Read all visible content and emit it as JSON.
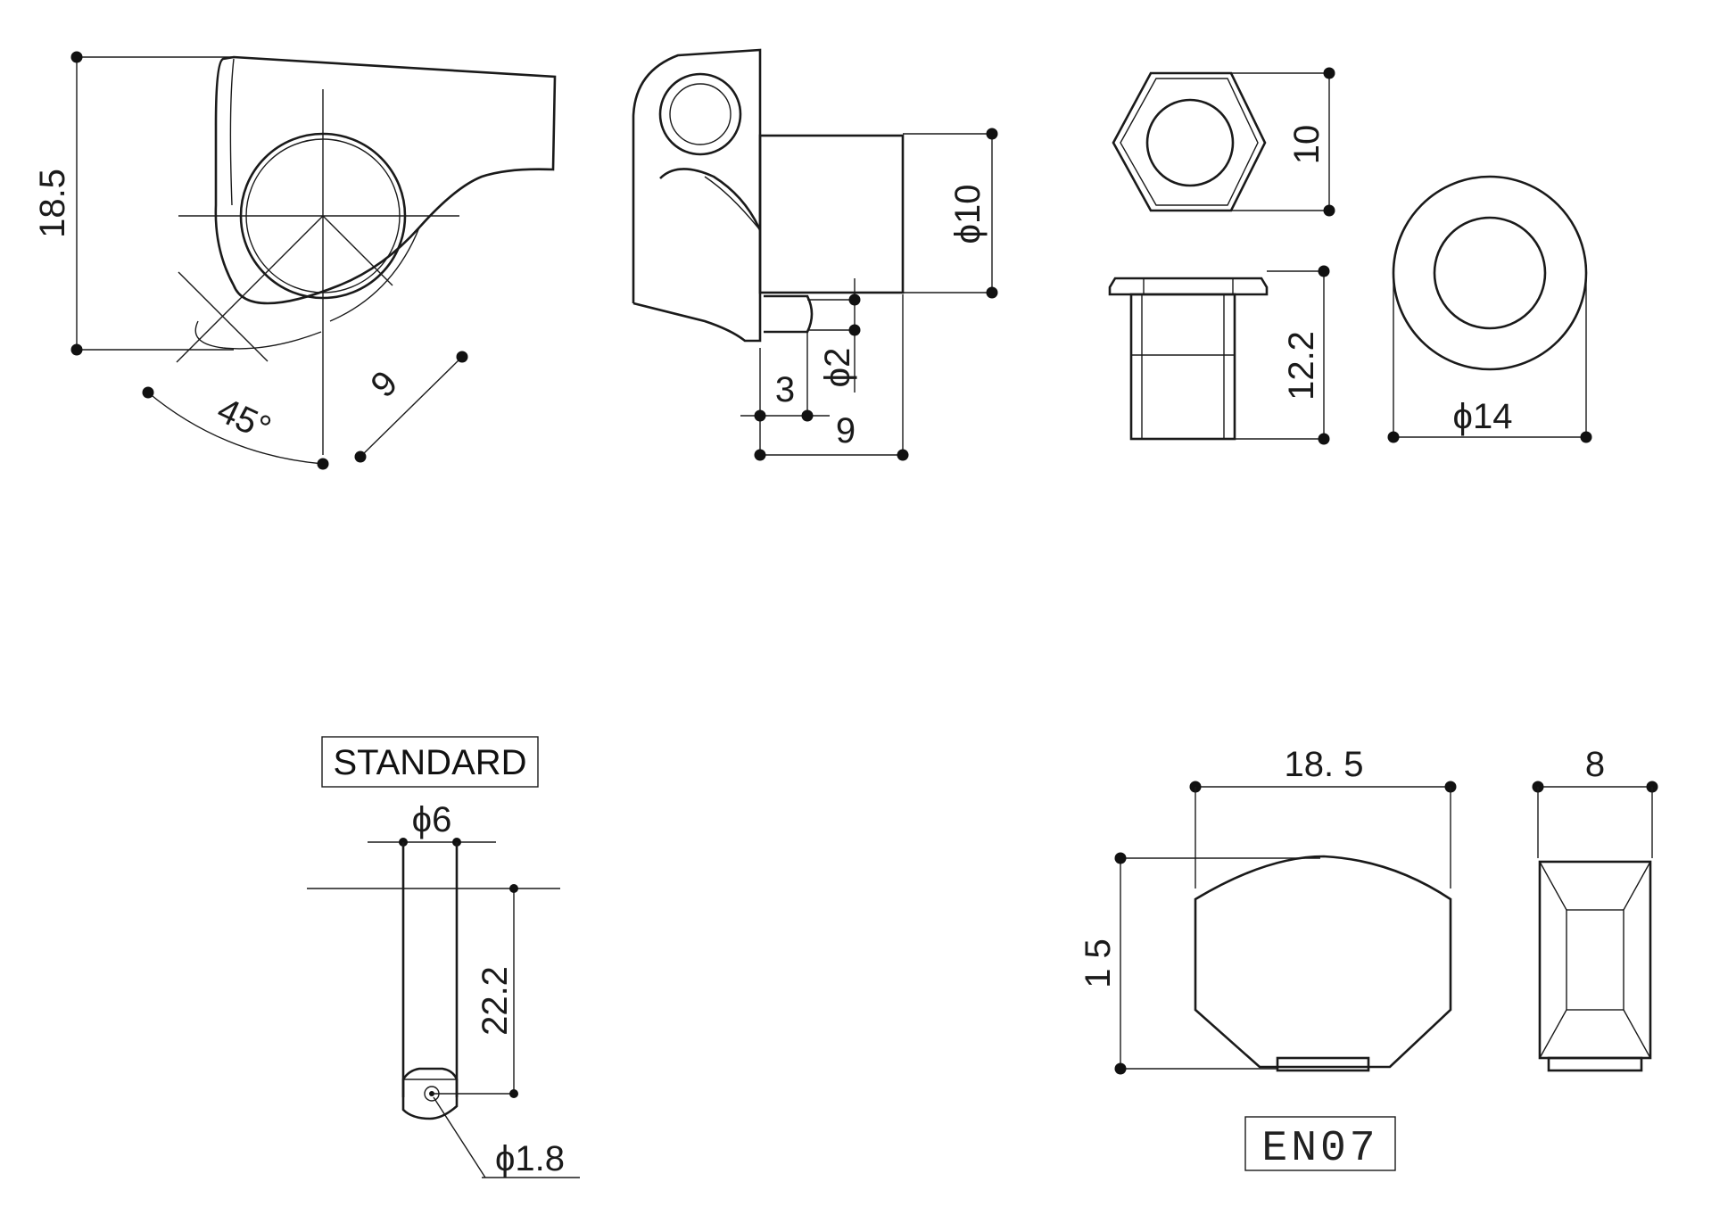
{
  "colors": {
    "line": "#1a1a1a",
    "background": "#ffffff"
  },
  "tuner_side": {
    "height_dim": "18.5",
    "length_dim": "9",
    "angle_dim": "45°"
  },
  "tuner_profile": {
    "post_diameter": "ϕ10",
    "pin_diameter": "ϕ2",
    "pin_offset": "3",
    "post_length": "9"
  },
  "nut": {
    "across_flats": "10",
    "height": "12.2"
  },
  "washer": {
    "diameter": "ϕ14"
  },
  "string_post": {
    "type_label": "STANDARD",
    "diameter": "ϕ6",
    "height": "22.2",
    "hole_diameter": "ϕ1.8"
  },
  "button": {
    "width": "18. 5",
    "height": "1 5",
    "thickness": "8",
    "model_label": "EN07"
  }
}
